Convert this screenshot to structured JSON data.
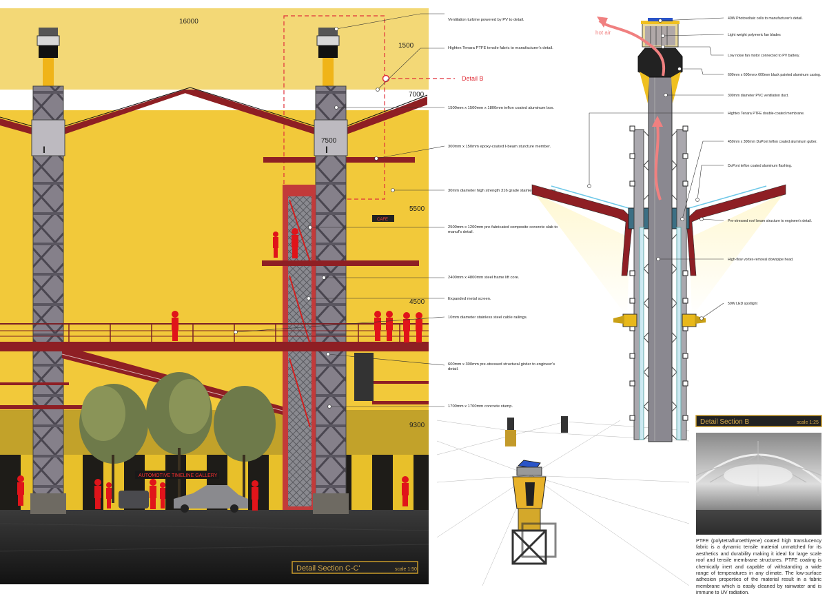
{
  "section_cc": {
    "title": "Detail Section C-C'",
    "scale": "scale 1:50",
    "dimensions": [
      "16000",
      "1500",
      "7000",
      "7500",
      "5500",
      "4500",
      "9300"
    ],
    "detail_label": "Detail B",
    "signs": {
      "cafe": "CAFE",
      "gallery": "AUTOMOTIVE TIMELINE GALLERY"
    }
  },
  "section_cc_notes": [
    "Ventilation turbine powered by PV  to detail.",
    "Hightex Tenara PTFE tensile fabric to manufacturer's detail.",
    "1500mm x 1500mm x 1800mm teflon coated aluminum box.",
    "300mm x 150mm epoxy-coated I-beam sturcture member.",
    "30mm diameter high strength 316 grade stainless steel cable.",
    "2500mm x 1200mm pre-fabricated composite concrete slab to manuf's detail.",
    "2400mm x 4800mm steel frame lift core.",
    "Expanded metal screen.",
    "10mm diameter stainless steel cable railings.",
    "600mm x 300mm pre-stressed structural girder to engineer's detail.",
    "1700mm x 1700mm concrete stump."
  ],
  "section_b": {
    "title": "Detail Section B",
    "scale": "scale 1:25",
    "hot_air_label": "hot air"
  },
  "section_b_notes": [
    "40W Photovoltaic cells to manufacturer's detail.",
    "Light weight polymeric fan blades",
    "Low noise fan motor connected to PV battery.",
    "600mm x 600mmx 600mm black painted aluminum casing.",
    "300mm diameter PVC ventilation duct.",
    "Hightex Tenara PTFE double-coated membrane.",
    "450mm x 300mm DuPont teflon coated aluminum gutter.",
    "DuPont teflon coated aluminum flashing.",
    "Pre-stressed roof beam structure to engineer's detail.",
    "High-flow vortex-removal downpipe head.",
    "50W LED spotlight"
  ],
  "description": "PTFE (polytetrafluroethlyene) coated high translucency fabric is a dynamic tensile material unmatched for its aesthetics and durability making it ideal for large scale roof and tensile membrane structures. PTFE coating is chemically inert and capable of withstanding a wide range of temperatures in any climate. The low-surface adhesion properties of the material result in a fabric membrane which is easily cleaned by rainwater and is immune to UV radiation.",
  "colors": {
    "wall_yellow": "#f2c93a",
    "roof_red": "#8e1f24",
    "steel_grey": "#7b7780",
    "human_red": "#e0141a",
    "dim_red": "#e0303a",
    "frame_gold": "#c79a2a"
  }
}
